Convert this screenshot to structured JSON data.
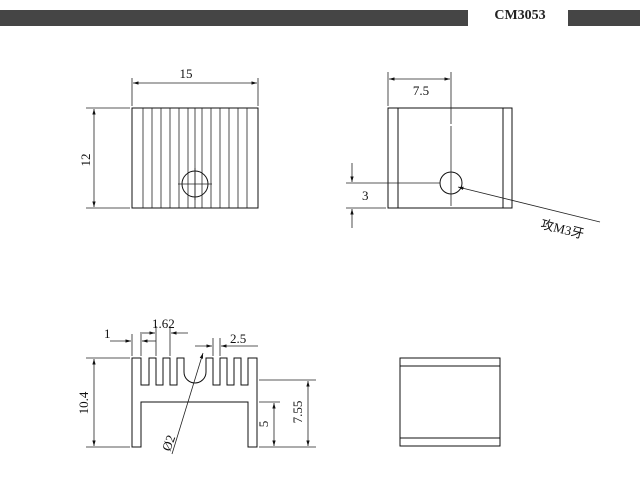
{
  "header": {
    "model": "CM3053"
  },
  "front_view": {
    "width_dim": "15",
    "height_dim": "12"
  },
  "side_view": {
    "width_dim": "7.5",
    "offset_dim": "3",
    "thread_note": "攻M3牙"
  },
  "profile_view": {
    "fin_dim": "1",
    "pitch_dim": "1.62",
    "gap_dim": "2.5",
    "total_height_dim": "10.4",
    "base_dim": "5",
    "fin_height_dim": "7.55",
    "hole_dim": "Ø2"
  }
}
